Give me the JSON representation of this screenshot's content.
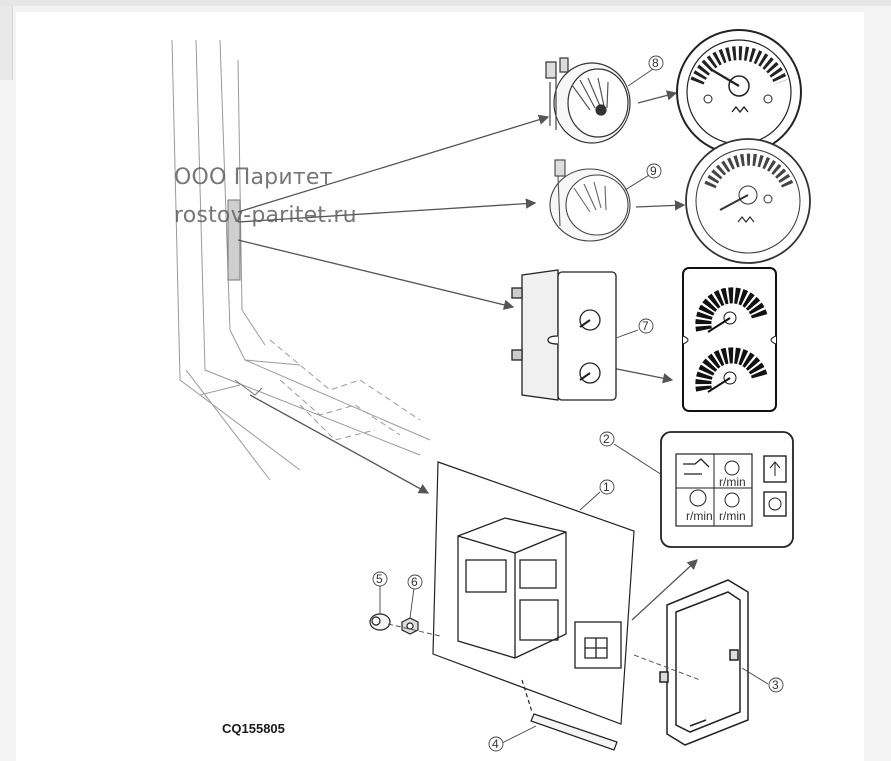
{
  "figure": {
    "code": "CQ155805",
    "callouts": [
      "1",
      "2",
      "3",
      "4",
      "5",
      "6",
      "7",
      "8",
      "9"
    ]
  },
  "watermark": {
    "line1": "ООО Паритет",
    "line2": "rostov-paritet.ru"
  },
  "panel_labels": {
    "rpm_left": "r/min",
    "rpm_right": "r/min",
    "rpm_small": "r/min"
  }
}
